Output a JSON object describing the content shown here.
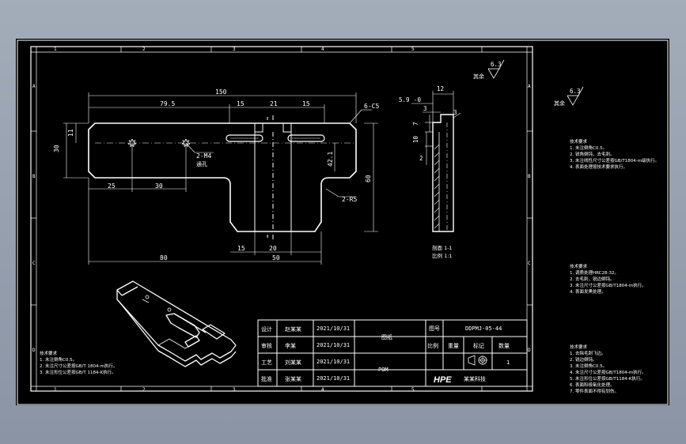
{
  "app": {
    "background": "#9aa3b0",
    "viewport_bg": "#000000",
    "line_color": "#ffffff"
  },
  "frame": {
    "zone_numbers_top": [
      "1",
      "2",
      "3",
      "4",
      "5"
    ],
    "zone_letters_left": [
      "A",
      "B",
      "C",
      "D"
    ]
  },
  "front_view": {
    "dims": {
      "overall_width": "150",
      "left_hole_offset": "79.5",
      "slot_w1": "15",
      "center": "21",
      "slot_w2": "15",
      "chamfer": "6-C5",
      "height_left": "30",
      "height_top": "11",
      "thread_note_1": "2-M4",
      "thread_note_2": "通孔",
      "right_small": "42.1",
      "overall_height": "60",
      "radius": "2-R5",
      "hole_x1": "25",
      "hole_x2": "30",
      "bottom_left": "15",
      "bottom_right": "20",
      "bottom_total": "80",
      "bottom_width": "50"
    }
  },
  "side_view": {
    "dims": {
      "top_width": "12",
      "left_offset": "5.9",
      "left_offset2": "-0",
      "step1": "3",
      "step2": "3",
      "step3": "2",
      "vert1": "10",
      "vert2": "7",
      "view_label": "剖面 1-1",
      "scale_label": "比例 1:1"
    }
  },
  "roughness": {
    "value": "6.3",
    "label": "其余"
  },
  "right_panel": {
    "roughness_label": "其余",
    "roughness_value": "6.3",
    "notes_block_1": [
      "技术要求",
      "1. 未注倒角C0.5。",
      "2. 锐角倒钝，去毛刺。",
      "3. 未注线性尺寸公差按GB/T1804-m级执行。",
      "4. 表面处理按技术要求执行。"
    ],
    "notes_block_2": [
      "技术要求",
      "1. 调质处理HRC28-32。",
      "2. 去毛刺，锐边倒钝。",
      "3. 未注尺寸公差按GB/T1804-m执行。",
      "4. 表面发黑处理。"
    ],
    "notes_block_3": [
      "技术要求",
      "1. 去除毛刺飞边。",
      "2. 锐边倒钝。",
      "3. 未注倒角C0.5。",
      "4. 未注尺寸公差按GB/T1804-m执行。",
      "5. 未注形位公差按GB/T1184-K执行。",
      "6. 表面阳极氧化处理。",
      "7. 零件表面不得有划伤。"
    ]
  },
  "notes_bottom_left": [
    "技术要求",
    "1. 未注倒角C0.5。",
    "2. 未注尺寸公差按GB/T 1804-m执行。",
    "3. 未注形位公差按GB/T 1184-K执行。"
  ],
  "title_block": {
    "rows": [
      {
        "role": "设计",
        "name": "赵某某",
        "date": "2021/10/31"
      },
      {
        "role": "审核",
        "name": "李某",
        "date": "2021/10/31"
      },
      {
        "role": "工艺",
        "name": "刘某某",
        "date": "2021/10/31"
      },
      {
        "role": "批准",
        "name": "张某某",
        "date": "2021/10/31"
      }
    ],
    "center_label": "图纸",
    "material": "POM",
    "drawing_no_label": "图号",
    "drawing_no": "DDPMJ-05-44",
    "col_labels": [
      "比例",
      "重量",
      "标记",
      "数量"
    ],
    "quantity": "1",
    "logo": "HPE",
    "company": "某某科技"
  }
}
